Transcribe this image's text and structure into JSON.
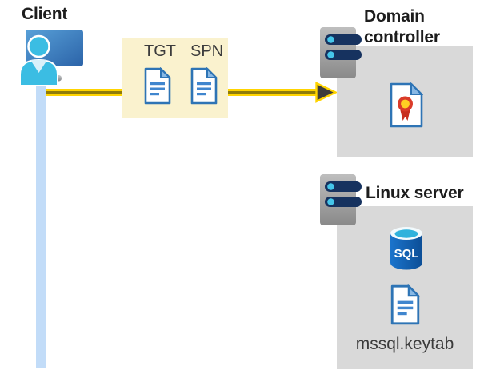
{
  "labels": {
    "client": "Client",
    "tgt": "TGT",
    "spn": "SPN",
    "domain_controller": "Domain controller",
    "linux_server": "Linux server",
    "sql": "SQL",
    "keytab_file": "mssql.keytab"
  },
  "icons": [
    "client-workstation-icon",
    "user-icon",
    "tgt-ticket-document-icon",
    "spn-ticket-document-icon",
    "server-icon",
    "certificate-icon",
    "sql-database-icon",
    "keytab-document-icon",
    "request-arrow-icon"
  ],
  "colors": {
    "arrow_yellow": "#ffd400",
    "arrow_core": "#8f7c0a",
    "arrowhead_dark": "#3d3d3d",
    "ticket_box_bg": "#faf2ce",
    "server_box_bg": "#d9d9d9",
    "client_timeline_blue": "#c2dcf8",
    "document_border_blue": "#2e74b5",
    "document_fold_blue": "#88b8e4",
    "document_line_blue": "#4086ce",
    "person_cyan": "#3bbde3",
    "monitor_blue_light": "#58a0d8",
    "monitor_blue_dark": "#2b63a8",
    "server_bar_navy": "#16325f",
    "server_dot_cyan": "#45c6ea",
    "sql_db_blue_light": "#1b74cc",
    "sql_db_blue_dark": "#0c4e96",
    "sql_top_cyan": "#2fb2dc",
    "cert_ribbon_red": "#da3b29",
    "cert_seal_yellow": "#ffd023",
    "label_text": "#1d1d1d",
    "secondary_text": "#3c3c3c"
  }
}
